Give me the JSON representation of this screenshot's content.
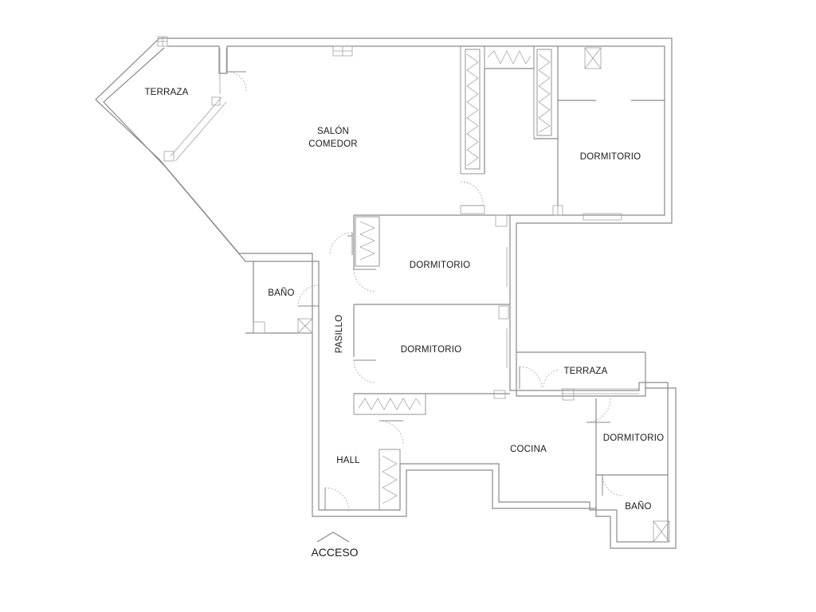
{
  "rooms": {
    "terraza_top": "TERRAZA",
    "salon": "SALÓN",
    "comedor": "COMEDOR",
    "dormitorio_1": "DORMITORIO",
    "dormitorio_2": "DORMITORIO",
    "dormitorio_3": "DORMITORIO",
    "dormitorio_4": "DORMITORIO",
    "bano_1": "BAÑO",
    "bano_2": "BAÑO",
    "pasillo": "PASILLO",
    "hall": "HALL",
    "cocina": "COCINA",
    "terraza_bottom": "TERRAZA"
  },
  "entrance": {
    "label": "ACCESO"
  },
  "colors": {
    "walls": "#8a8a8a",
    "text": "#1a1a1a",
    "background": "#ffffff"
  }
}
